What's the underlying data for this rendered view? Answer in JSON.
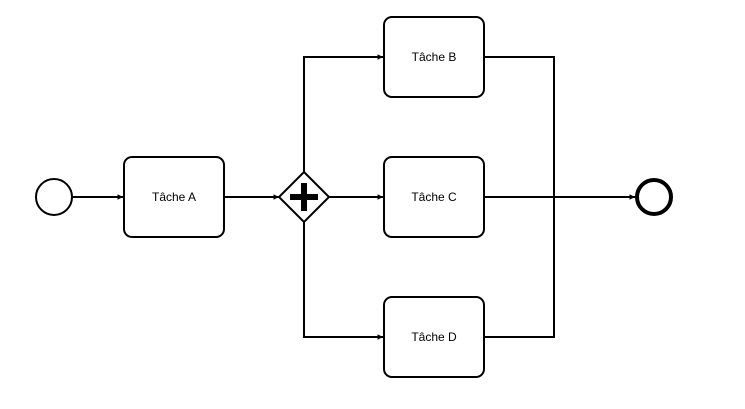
{
  "diagram": {
    "type": "bpmn-process",
    "start_event": {
      "name": "start-event"
    },
    "tasks": [
      {
        "id": "A",
        "label": "Tâche A"
      },
      {
        "id": "B",
        "label": "Tâche B"
      },
      {
        "id": "C",
        "label": "Tâche C"
      },
      {
        "id": "D",
        "label": "Tâche D"
      }
    ],
    "gateway": {
      "kind": "parallel",
      "icon": "plus-icon"
    },
    "end_event": {
      "name": "end-event"
    },
    "flows": [
      {
        "from": "start-event",
        "to": "A"
      },
      {
        "from": "A",
        "to": "gateway"
      },
      {
        "from": "gateway",
        "to": "B"
      },
      {
        "from": "gateway",
        "to": "C"
      },
      {
        "from": "gateway",
        "to": "D"
      },
      {
        "from": "B",
        "to": "end-event"
      },
      {
        "from": "C",
        "to": "end-event"
      },
      {
        "from": "D",
        "to": "end-event"
      }
    ],
    "colors": {
      "stroke": "#000000",
      "fill": "#ffffff"
    }
  }
}
